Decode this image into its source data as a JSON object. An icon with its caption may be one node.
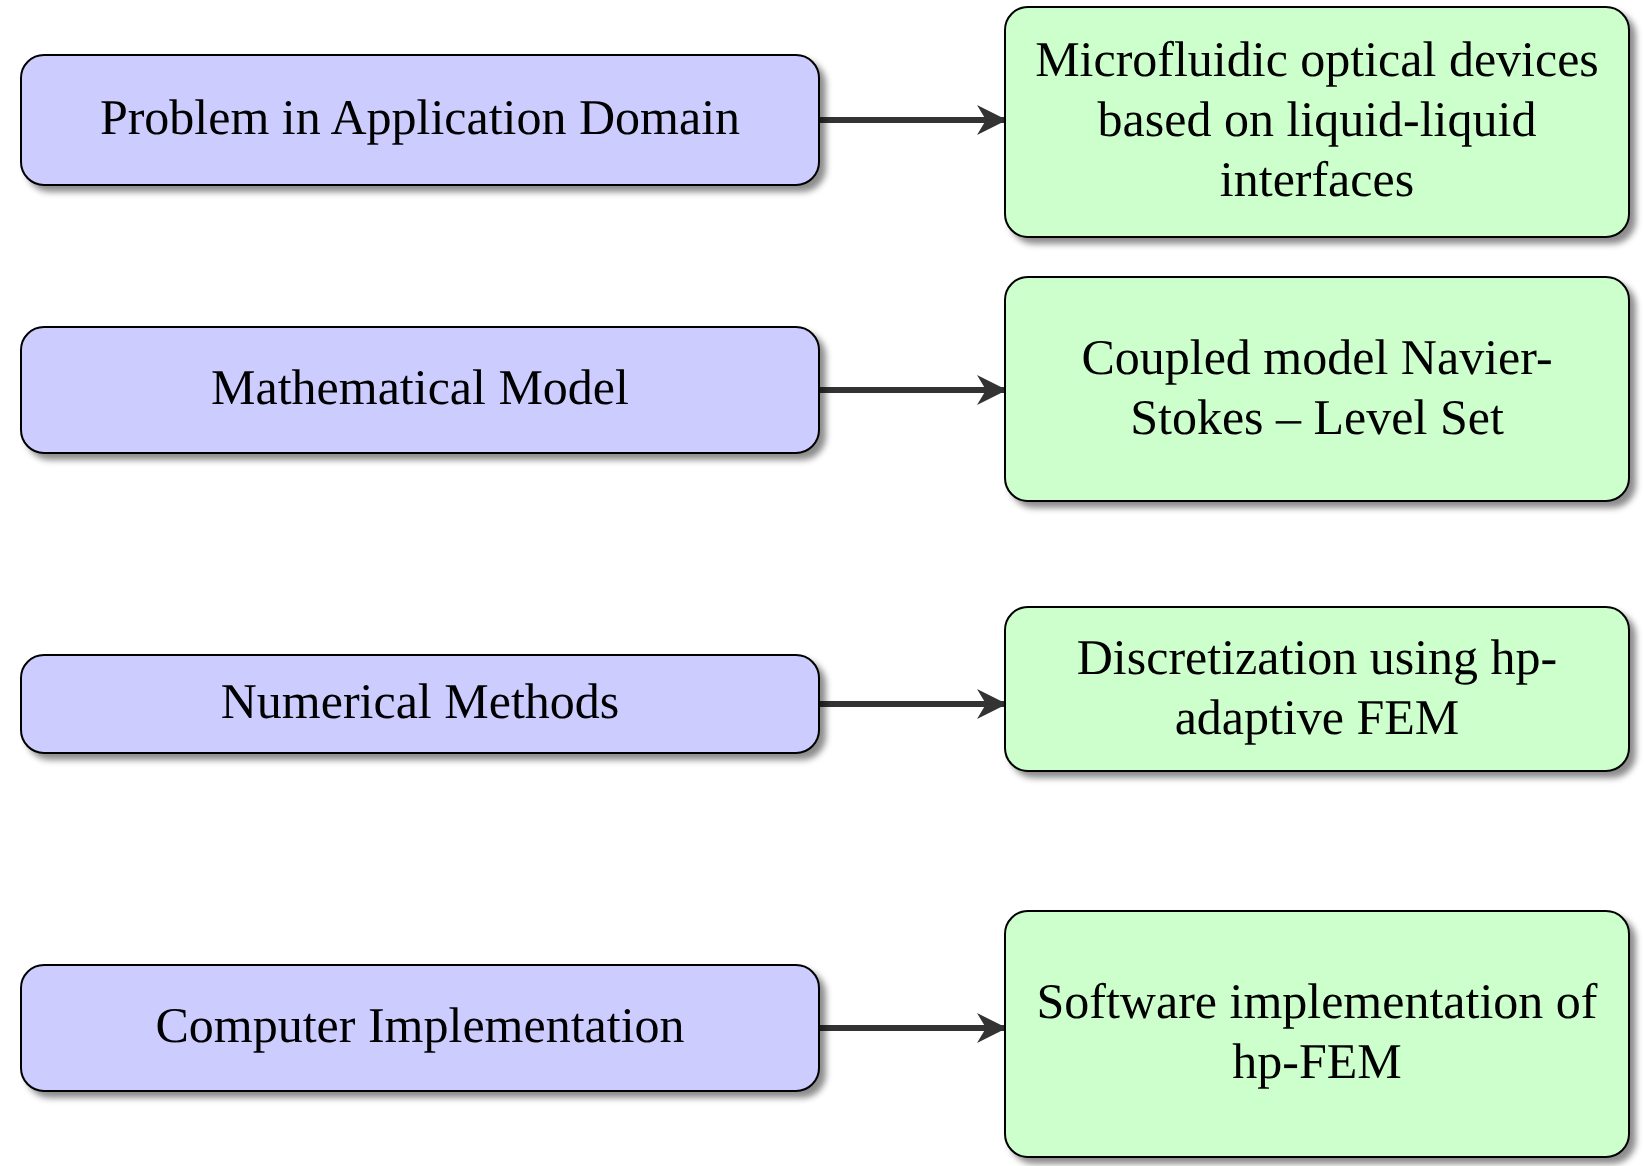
{
  "diagram": {
    "nodes": [
      {
        "text": [
          "Problem in Application Domain"
        ]
      },
      {
        "text": [
          "Microfluidic optical devices based on liquid-liquid interfaces"
        ]
      },
      {
        "text": [
          "Mathematical Model"
        ]
      },
      {
        "text": [
          "Coupled model Navier-Stokes – Level Set"
        ]
      },
      {
        "text": [
          "Numerical Methods"
        ]
      },
      {
        "text": [
          "Discretization using hp-adaptive FEM"
        ]
      },
      {
        "text": [
          "Computer Implementation"
        ]
      },
      {
        "text": [
          "Software implementation of hp-FEM"
        ]
      }
    ],
    "edges": [
      {
        "from": 0,
        "to": 1,
        "arrow": "to"
      },
      {
        "from": 2,
        "to": 3,
        "arrow": "to"
      },
      {
        "from": 4,
        "to": 5,
        "arrow": "to"
      },
      {
        "from": 6,
        "to": 7,
        "arrow": "to"
      }
    ]
  }
}
